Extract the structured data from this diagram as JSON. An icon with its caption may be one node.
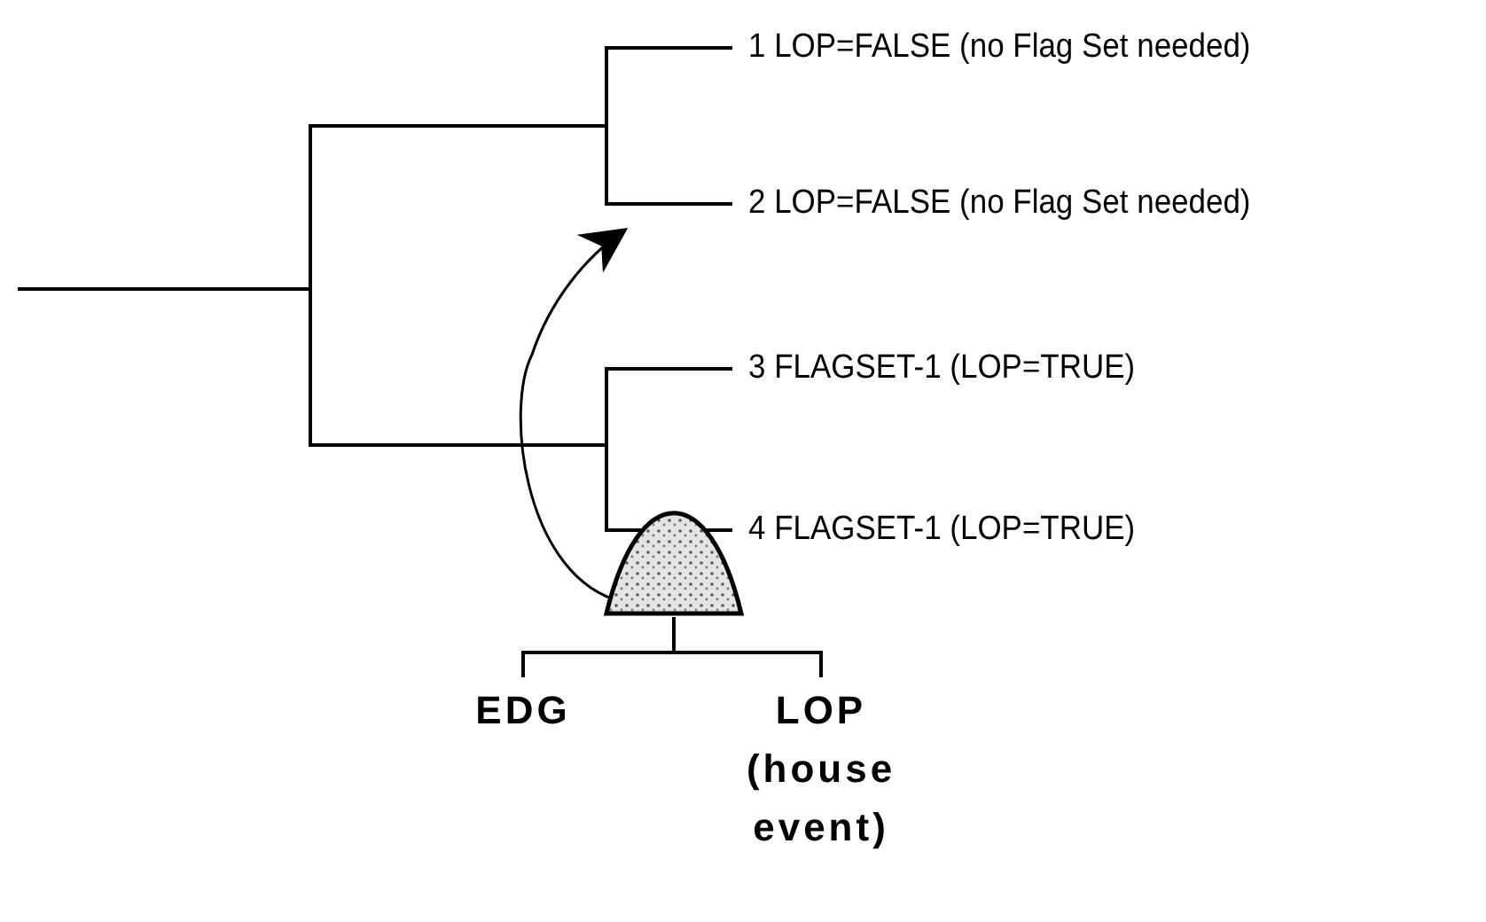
{
  "diagram": {
    "nodes": [
      {
        "text": [
          "1  LOP=FALSE (no Flag Set needed)"
        ]
      },
      {
        "text": [
          "2  LOP=FALSE (no Flag Set needed)"
        ]
      },
      {
        "text": [
          "3 FLAGSET-1 (LOP=TRUE)"
        ]
      },
      {
        "text": [
          "4 FLAGSET-1 (LOP=TRUE)"
        ]
      },
      {
        "text": [],
        "shape": "gate"
      },
      {
        "text": [
          "EDG"
        ]
      },
      {
        "text": [
          "LOP (house event)"
        ]
      }
    ],
    "edges": [
      {
        "from": null,
        "to": 0,
        "arrow": "none"
      },
      {
        "from": null,
        "to": 1,
        "arrow": "none"
      },
      {
        "from": null,
        "to": 2,
        "arrow": "none"
      },
      {
        "from": null,
        "to": 3,
        "arrow": "none"
      },
      {
        "from": 4,
        "to": 5,
        "arrow": "none"
      },
      {
        "from": 4,
        "to": 6,
        "arrow": "none"
      },
      {
        "from": 4,
        "to": null,
        "arrow": "to"
      }
    ]
  }
}
